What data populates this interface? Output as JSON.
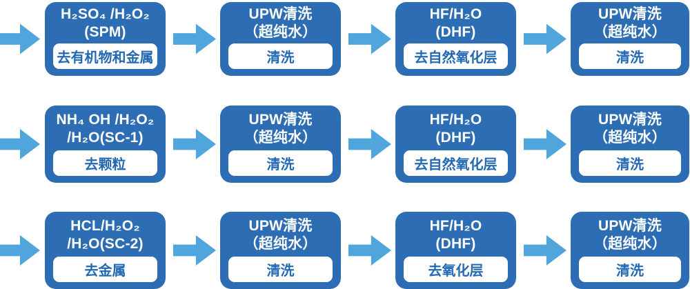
{
  "diagram": {
    "description": "wafer-cleaning-process-flow",
    "colors": {
      "box_fill": "#2C6DB4",
      "arrow_fill": "#50A5DC",
      "label_text": "#2368B2",
      "label_fill": "#FFFFFF",
      "title_text": "#FFFFFF",
      "background": "#FFFFFF"
    },
    "rows": [
      {
        "steps": [
          {
            "title_lines": [
              "H₂SO₄ /H₂O₂",
              "(SPM)"
            ],
            "label": "去有机物和金属"
          },
          {
            "title_lines": [
              "UPW清洗",
              "（超纯水）"
            ],
            "label": "清洗"
          },
          {
            "title_lines": [
              "HF/H₂O",
              "(DHF)"
            ],
            "label": "去自然氧化层"
          },
          {
            "title_lines": [
              "UPW清洗",
              "（超纯水）"
            ],
            "label": "清洗"
          }
        ]
      },
      {
        "steps": [
          {
            "title_lines": [
              "NH₄ OH /H₂O₂",
              "/H₂O(SC-1)"
            ],
            "label": "去颗粒"
          },
          {
            "title_lines": [
              "UPW清洗",
              "（超纯水）"
            ],
            "label": "清洗"
          },
          {
            "title_lines": [
              "HF/H₂O",
              "(DHF)"
            ],
            "label": "去自然氧化层"
          },
          {
            "title_lines": [
              "UPW清洗",
              "（超纯水）"
            ],
            "label": "清洗"
          }
        ]
      },
      {
        "steps": [
          {
            "title_lines": [
              "HCL/H₂O₂",
              "/H₂O(SC-2)"
            ],
            "label": "去金属"
          },
          {
            "title_lines": [
              "UPW清洗",
              "（超纯水）"
            ],
            "label": "清洗"
          },
          {
            "title_lines": [
              "HF/H₂O",
              "(DHF)"
            ],
            "label": "去氧化层"
          },
          {
            "title_lines": [
              "UPW清洗",
              "（超纯水）"
            ],
            "label": "清洗"
          }
        ]
      }
    ]
  }
}
